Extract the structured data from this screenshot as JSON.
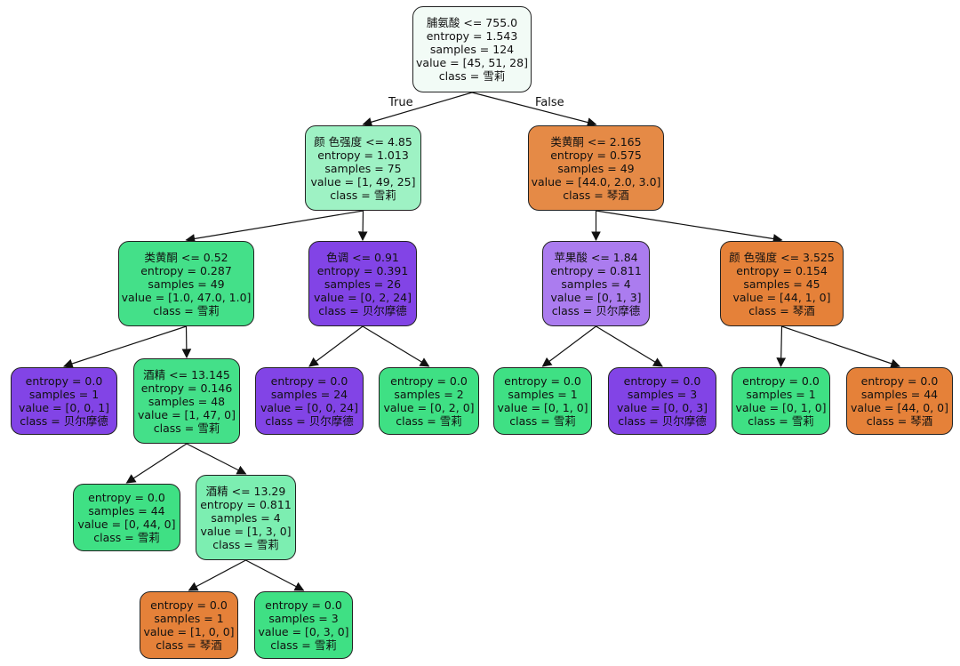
{
  "colors": {
    "root": "#f2fbf6",
    "green_light": "#9ef2c4",
    "green_mid": "#7ceeb1",
    "green": "#44e089",
    "green_deep": "#3fe084",
    "purple": "#8244e6",
    "purple_light": "#ab7cef",
    "orange": "#e58a46",
    "orange_deep": "#e58139"
  },
  "edge_labels": {
    "true": "True",
    "false": "False"
  },
  "nodes": [
    {
      "id": "n0",
      "lines": [
        "脯氨酸 <= 755.0",
        "entropy = 1.543",
        "samples = 124",
        "value = [45, 51, 28]",
        "class = 雪莉"
      ],
      "color": "root"
    },
    {
      "id": "n1",
      "lines": [
        "颜 色强度 <= 4.85",
        "entropy = 1.013",
        "samples = 75",
        "value = [1, 49, 25]",
        "class = 雪莉"
      ],
      "color": "green_light"
    },
    {
      "id": "n2",
      "lines": [
        "类黄酮 <= 2.165",
        "entropy = 0.575",
        "samples = 49",
        "value = [44.0, 2.0, 3.0]",
        "class = 琴酒"
      ],
      "color": "orange"
    },
    {
      "id": "n3",
      "lines": [
        "类黄酮 <= 0.52",
        "entropy = 0.287",
        "samples = 49",
        "value = [1.0, 47.0, 1.0]",
        "class = 雪莉"
      ],
      "color": "green"
    },
    {
      "id": "n4",
      "lines": [
        "色调 <= 0.91",
        "entropy = 0.391",
        "samples = 26",
        "value = [0, 2, 24]",
        "class = 贝尔摩德"
      ],
      "color": "purple"
    },
    {
      "id": "n5",
      "lines": [
        "苹果酸 <= 1.84",
        "entropy = 0.811",
        "samples = 4",
        "value = [0, 1, 3]",
        "class = 贝尔摩德"
      ],
      "color": "purple_light"
    },
    {
      "id": "n6",
      "lines": [
        "颜 色强度 <= 3.525",
        "entropy = 0.154",
        "samples = 45",
        "value = [44, 1, 0]",
        "class = 琴酒"
      ],
      "color": "orange_deep"
    },
    {
      "id": "n7",
      "lines": [
        "entropy = 0.0",
        "samples = 1",
        "value = [0, 0, 1]",
        "class = 贝尔摩德"
      ],
      "color": "purple"
    },
    {
      "id": "n8",
      "lines": [
        "酒精 <= 13.145",
        "entropy = 0.146",
        "samples = 48",
        "value = [1, 47, 0]",
        "class = 雪莉"
      ],
      "color": "green"
    },
    {
      "id": "n9",
      "lines": [
        "entropy = 0.0",
        "samples = 24",
        "value = [0, 0, 24]",
        "class = 贝尔摩德"
      ],
      "color": "purple"
    },
    {
      "id": "n10",
      "lines": [
        "entropy = 0.0",
        "samples = 2",
        "value = [0, 2, 0]",
        "class = 雪莉"
      ],
      "color": "green_deep"
    },
    {
      "id": "n11",
      "lines": [
        "entropy = 0.0",
        "samples = 1",
        "value = [0, 1, 0]",
        "class = 雪莉"
      ],
      "color": "green_deep"
    },
    {
      "id": "n12",
      "lines": [
        "entropy = 0.0",
        "samples = 3",
        "value = [0, 0, 3]",
        "class = 贝尔摩德"
      ],
      "color": "purple"
    },
    {
      "id": "n13",
      "lines": [
        "entropy = 0.0",
        "samples = 1",
        "value = [0, 1, 0]",
        "class = 雪莉"
      ],
      "color": "green_deep"
    },
    {
      "id": "n14",
      "lines": [
        "entropy = 0.0",
        "samples = 44",
        "value = [44, 0, 0]",
        "class = 琴酒"
      ],
      "color": "orange_deep"
    },
    {
      "id": "n15",
      "lines": [
        "entropy = 0.0",
        "samples = 44",
        "value = [0, 44, 0]",
        "class = 雪莉"
      ],
      "color": "green_deep"
    },
    {
      "id": "n16",
      "lines": [
        "酒精 <= 13.29",
        "entropy = 0.811",
        "samples = 4",
        "value = [1, 3, 0]",
        "class = 雪莉"
      ],
      "color": "green_mid"
    },
    {
      "id": "n17",
      "lines": [
        "entropy = 0.0",
        "samples = 1",
        "value = [1, 0, 0]",
        "class = 琴酒"
      ],
      "color": "orange_deep"
    },
    {
      "id": "n18",
      "lines": [
        "entropy = 0.0",
        "samples = 3",
        "value = [0, 3, 0]",
        "class = 雪莉"
      ],
      "color": "green_deep"
    }
  ],
  "edges": [
    [
      "n0",
      "n1"
    ],
    [
      "n0",
      "n2"
    ],
    [
      "n1",
      "n3"
    ],
    [
      "n1",
      "n4"
    ],
    [
      "n2",
      "n5"
    ],
    [
      "n2",
      "n6"
    ],
    [
      "n3",
      "n7"
    ],
    [
      "n3",
      "n8"
    ],
    [
      "n4",
      "n9"
    ],
    [
      "n4",
      "n10"
    ],
    [
      "n5",
      "n11"
    ],
    [
      "n5",
      "n12"
    ],
    [
      "n6",
      "n13"
    ],
    [
      "n6",
      "n14"
    ],
    [
      "n8",
      "n15"
    ],
    [
      "n8",
      "n16"
    ],
    [
      "n16",
      "n17"
    ],
    [
      "n16",
      "n18"
    ]
  ]
}
